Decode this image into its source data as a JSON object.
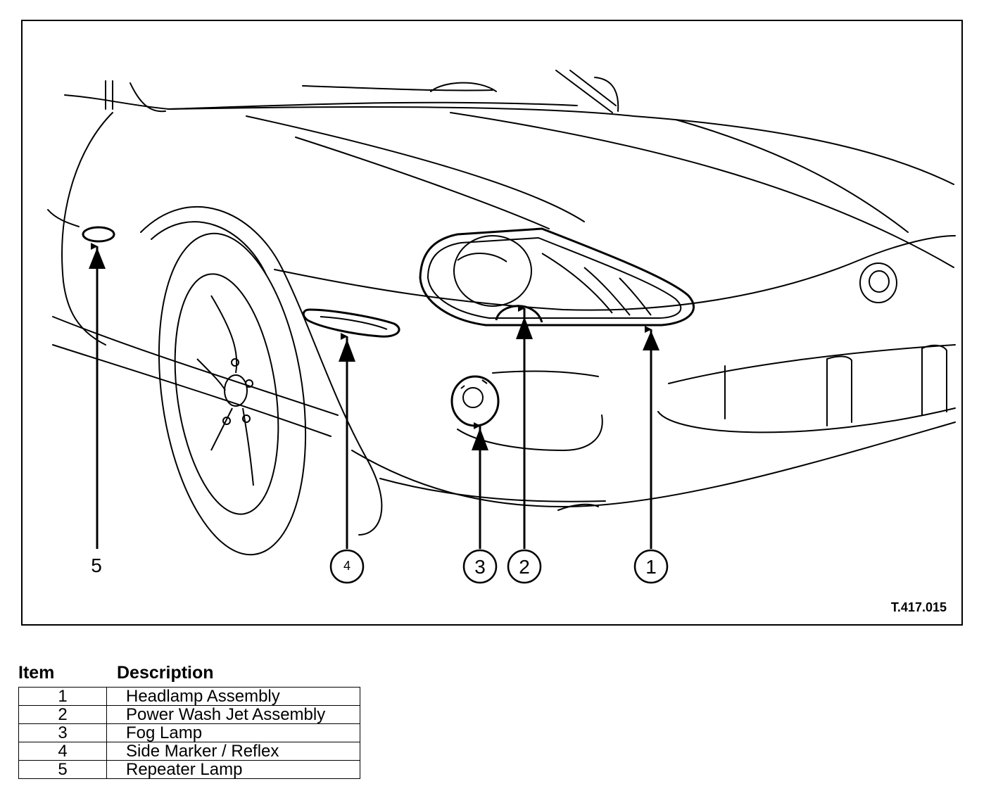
{
  "figure": {
    "reference": "T.417.015",
    "callouts": [
      "1",
      "2",
      "3",
      "4",
      "5"
    ]
  },
  "legend": {
    "headers": {
      "item": "Item",
      "description": "Description"
    },
    "rows": [
      {
        "item": "1",
        "description": "Headlamp Assembly"
      },
      {
        "item": "2",
        "description": "Power Wash Jet Assembly"
      },
      {
        "item": "3",
        "description": "Fog Lamp"
      },
      {
        "item": "4",
        "description": "Side Marker / Reflex"
      },
      {
        "item": "5",
        "description": "Repeater Lamp"
      }
    ]
  }
}
